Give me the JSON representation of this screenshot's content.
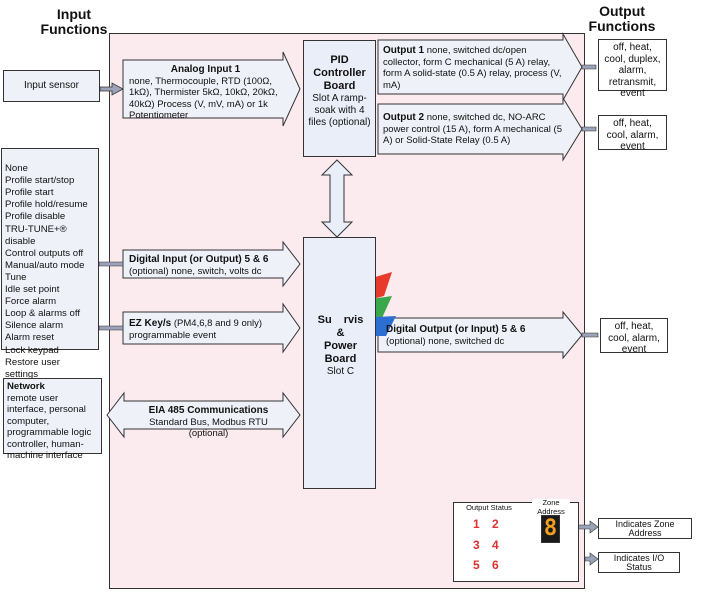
{
  "headers": {
    "input_line1": "Input",
    "input_line2": "Functions",
    "output_line1": "Output",
    "output_line2": "Functions"
  },
  "input_sensor": "Input sensor",
  "analog_input": {
    "title": "Analog Input 1",
    "body": "none, Thermocouple, RTD (100Ω, 1kΩ), Thermister 5kΩ, 10kΩ, 20kΩ, 40kΩ) Process (V, mV, mA) or 1k Potentiometer"
  },
  "pid_board": {
    "title": "PID Controller Board",
    "body": "Slot A ramp-soak with 4 files (optional)"
  },
  "output1": {
    "title": "Output 1",
    "body": " none, switched dc/open collector, form C mechanical (5 A) relay, form A solid-state (0.5 A) relay, process (V, mA)"
  },
  "output1_functions": "off, heat, cool, duplex, alarm, retransmit, event",
  "output2": {
    "title": "Output 2",
    "body": " none, switched dc, NO-ARC power control (15 A), form A mechanical (5 A) or Solid-State Relay (0.5 A)"
  },
  "output2_functions": "off, heat, cool, alarm, event",
  "digital_functions_list": "None\nProfile start/stop\nProfile start\nProfile hold/resume\nProfile disable\nTRU-TUNE+® disable\nControl outputs off\nManual/auto mode\nTune\nIdle set point\nForce alarm\nLoop & alarms off\nSilence alarm\nAlarm reset\nLock keypad\nRestore user settings",
  "digital_input": {
    "title": "Digital Input (or Output) 5 & 6",
    "body": "(optional) none, switch, volts dc"
  },
  "ez_key": {
    "title": "EZ Key/s",
    "body_inline": " (PM4,6,8 and 9 only)",
    "body": "programmable event"
  },
  "supervisory_board": {
    "title_part1": "Su",
    "title_part2": "rvis",
    "title_part3": "&",
    "title_line2": "Power",
    "title_line3": "Board",
    "slot": "Slot C"
  },
  "digital_output": {
    "title": "Digital Output (or Input) 5 & 6",
    "body": "(optional) none, switched dc"
  },
  "digital_output_functions": "off, heat, cool, alarm, event",
  "network": {
    "title": "Network",
    "body": "remote user interface, personal computer, programmable logic controller, human-machine interface"
  },
  "eia485": {
    "title": "EIA 485 Communications",
    "body": "Standard Bus, Modbus RTU (optional)"
  },
  "output_status": {
    "label": "Output Status",
    "numbers": [
      "1",
      "2",
      "3",
      "4",
      "5",
      "6"
    ]
  },
  "zone_address": {
    "label": "Zone Address",
    "digit": "8"
  },
  "indicates_zone": "Indicates Zone Address",
  "indicates_io": "Indicates I/O Status",
  "colors": {
    "background_pink": "#fbebef",
    "box_fill": "#eef1f8",
    "led_red": "#e03030"
  }
}
